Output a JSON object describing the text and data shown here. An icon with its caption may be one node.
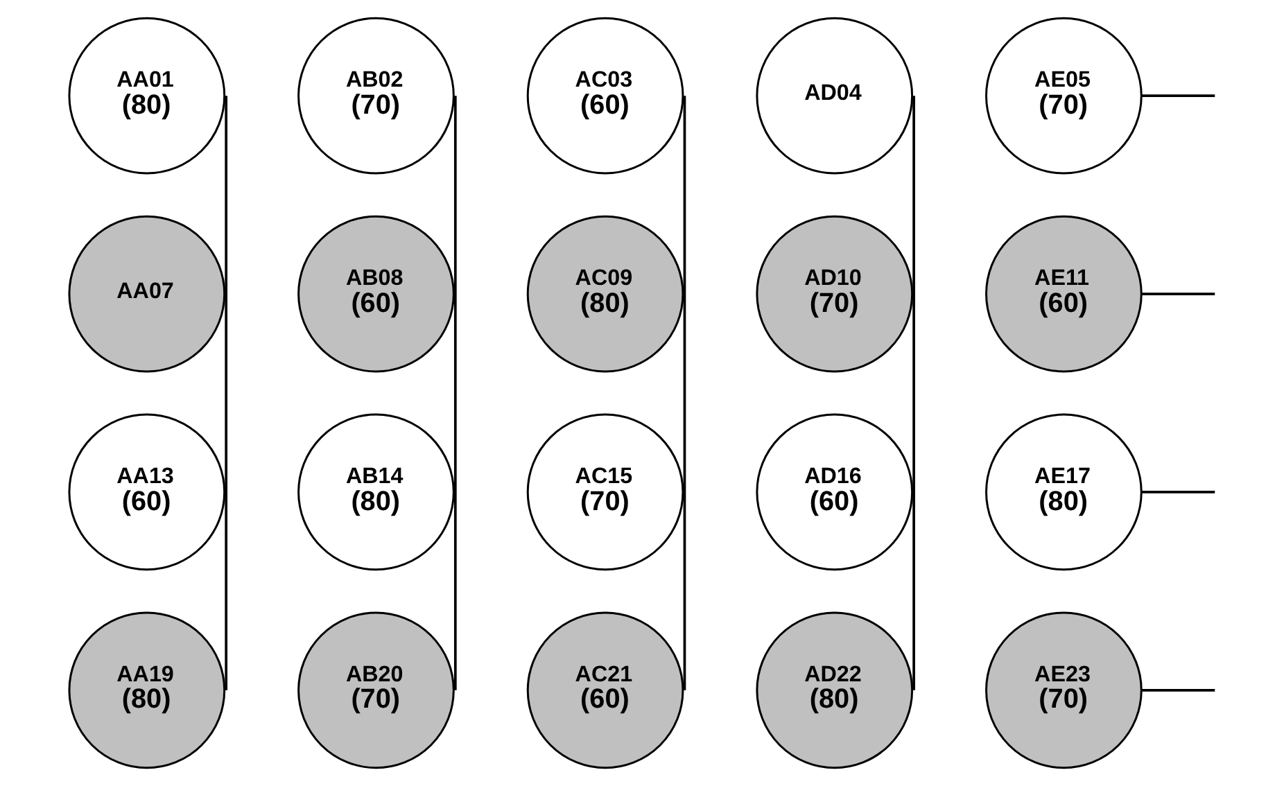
{
  "diagram": {
    "nodes": [
      {
        "text": [
          "AA01",
          "(80)"
        ]
      },
      {
        "text": [
          "AB02",
          "(70)"
        ]
      },
      {
        "text": [
          "AC03",
          "(60)"
        ]
      },
      {
        "text": [
          "AD04"
        ]
      },
      {
        "text": [
          "AE05",
          "(70)"
        ]
      },
      {
        "text": [
          "AA07"
        ]
      },
      {
        "text": [
          "AB08",
          "(60)"
        ]
      },
      {
        "text": [
          "AC09",
          "(80)"
        ]
      },
      {
        "text": [
          "AD10",
          "(70)"
        ]
      },
      {
        "text": [
          "AE11",
          "(60)"
        ]
      },
      {
        "text": [
          "AA13",
          "(60)"
        ]
      },
      {
        "text": [
          "AB14",
          "(80)"
        ]
      },
      {
        "text": [
          "AC15",
          "(70)"
        ]
      },
      {
        "text": [
          "AD16",
          "(60)"
        ]
      },
      {
        "text": [
          "AE17",
          "(80)"
        ]
      },
      {
        "text": [
          "AA19",
          "(80)"
        ]
      },
      {
        "text": [
          "AB20",
          "(70)"
        ]
      },
      {
        "text": [
          "AC21",
          "(60)"
        ]
      },
      {
        "text": [
          "AD22",
          "(80)"
        ]
      },
      {
        "text": [
          "AE23",
          "(70)"
        ]
      }
    ],
    "edges": [
      {
        "from": 0,
        "to": 5,
        "arrow": "none"
      },
      {
        "from": 5,
        "to": 10,
        "arrow": "none"
      },
      {
        "from": 10,
        "to": 15,
        "arrow": "none"
      },
      {
        "from": 1,
        "to": 6,
        "arrow": "none"
      },
      {
        "from": 6,
        "to": 11,
        "arrow": "none"
      },
      {
        "from": 11,
        "to": 16,
        "arrow": "none"
      },
      {
        "from": 2,
        "to": 7,
        "arrow": "none"
      },
      {
        "from": 7,
        "to": 12,
        "arrow": "none"
      },
      {
        "from": 12,
        "to": 17,
        "arrow": "none"
      },
      {
        "from": 3,
        "to": 8,
        "arrow": "none"
      },
      {
        "from": 8,
        "to": 13,
        "arrow": "none"
      },
      {
        "from": 13,
        "to": 18,
        "arrow": "none"
      },
      {
        "from": 4,
        "to": null,
        "arrow": "none"
      },
      {
        "from": 9,
        "to": null,
        "arrow": "none"
      },
      {
        "from": 14,
        "to": null,
        "arrow": "none"
      },
      {
        "from": 19,
        "to": null,
        "arrow": "none"
      }
    ]
  }
}
